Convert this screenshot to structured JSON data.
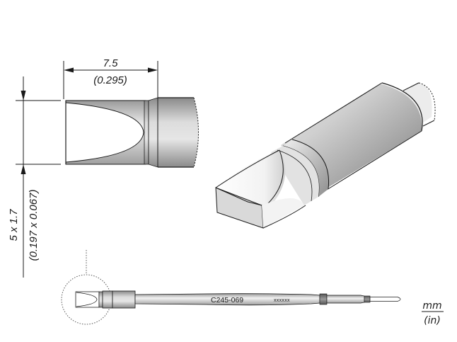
{
  "diagram": {
    "type": "soldering-tip-technical-drawing",
    "model": "C245-069",
    "secondary_marking": "xxxxxx",
    "tip_shape": "chisel",
    "dimensions": {
      "length": {
        "mm": "7.5",
        "in": "(0.295)"
      },
      "cross_section": {
        "mm": "5 x 1.7",
        "in": "(0.197 x 0.067)"
      }
    },
    "units": {
      "primary": "mm",
      "secondary": "(in)"
    },
    "views": [
      "side-view-detail",
      "isometric-3d-view",
      "full-tip-overview"
    ],
    "colors": {
      "outline": "#1a1a1a",
      "metal_light": "#f4f4f4",
      "metal_dark": "#8c8c8c",
      "dimension_line": "#1a1a1a"
    }
  }
}
